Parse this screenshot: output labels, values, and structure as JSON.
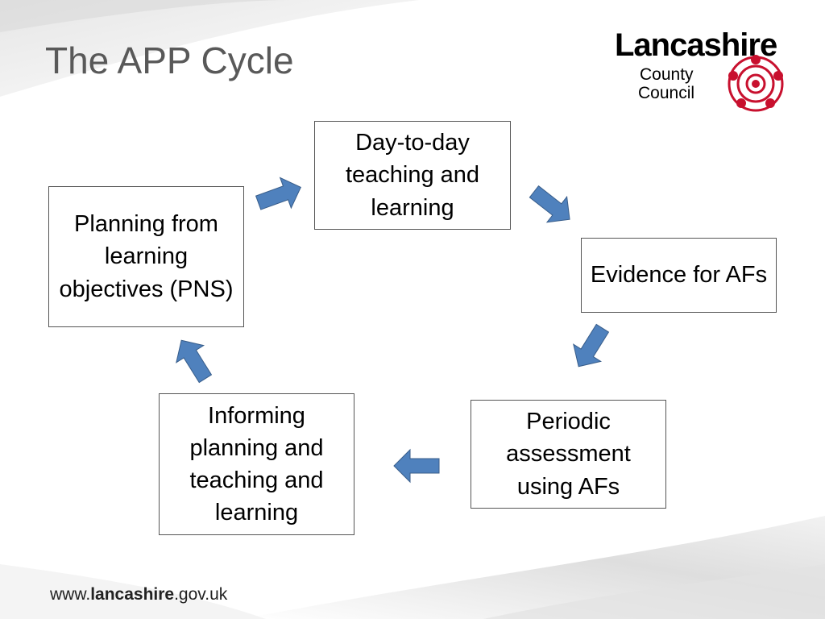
{
  "slide": {
    "title": "The APP Cycle"
  },
  "logo": {
    "name": "Lancashire",
    "line1": "County",
    "line2": "Council",
    "emblem": "red-rose-icon"
  },
  "cycle": {
    "steps": [
      {
        "id": "day_to_day",
        "text": "Day-to-day teaching and learning"
      },
      {
        "id": "evidence",
        "text": "Evidence for AFs"
      },
      {
        "id": "periodic",
        "text": "Periodic assessment using AFs"
      },
      {
        "id": "informing",
        "text": "Informing planning and teaching and learning"
      },
      {
        "id": "planning",
        "text": "Planning from learning objectives (PNS)"
      }
    ],
    "arrow_color": "#4F81BD",
    "arrow_outline": "#385D8A"
  },
  "footer": {
    "prefix": "www.",
    "domain": "lancashire",
    "suffix": ".gov.uk"
  }
}
